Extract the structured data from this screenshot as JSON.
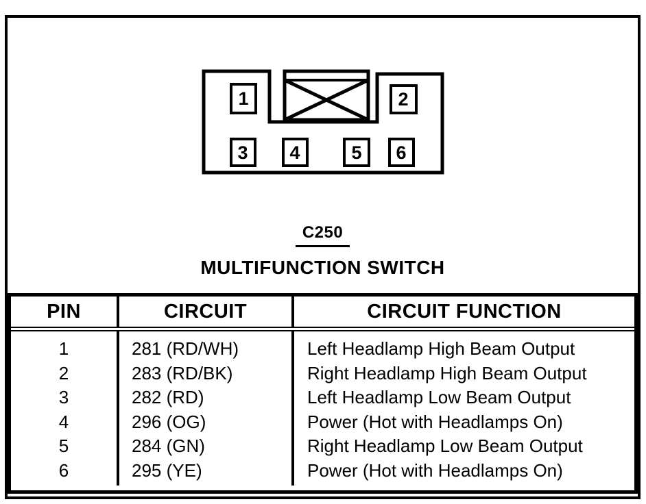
{
  "figure": {
    "connector_id": "C250",
    "connector_title": "MULTIFUNCTION SWITCH",
    "pin_labels": [
      "1",
      "2",
      "3",
      "4",
      "5",
      "6"
    ]
  },
  "table": {
    "headers": {
      "pin": "PIN",
      "circuit": "CIRCUIT",
      "function": "CIRCUIT FUNCTION"
    },
    "rows": [
      {
        "pin": "1",
        "circuit": "281 (RD/WH)",
        "function": "Left Headlamp High Beam Output"
      },
      {
        "pin": "2",
        "circuit": "283 (RD/BK)",
        "function": "Right Headlamp High Beam Output"
      },
      {
        "pin": "3",
        "circuit": "282 (RD)",
        "function": "Left Headlamp Low Beam Output"
      },
      {
        "pin": "4",
        "circuit": "296 (OG)",
        "function": "Power (Hot with Headlamps On)"
      },
      {
        "pin": "5",
        "circuit": "284 (GN)",
        "function": "Right Headlamp Low Beam Output"
      },
      {
        "pin": "6",
        "circuit": "295 (YE)",
        "function": "Power (Hot with Headlamps On)"
      }
    ]
  },
  "colors": {
    "ink": "#000000",
    "paper": "#ffffff"
  }
}
